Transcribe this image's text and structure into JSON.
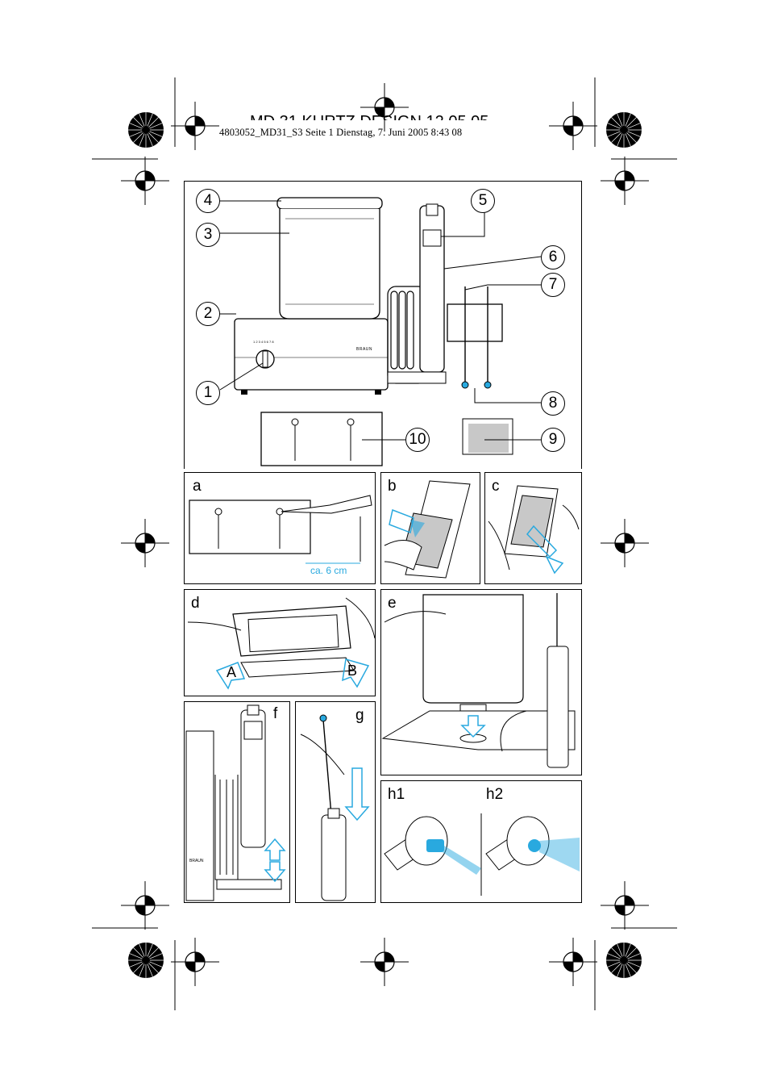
{
  "header": {
    "ghost_text": "MD 31 KURTZ DESIGN 12.05.05",
    "print_line": "4803052_MD31_S3  Seite 1  Dienstag, 7. Juni 2005  8:43 08"
  },
  "main_figure": {
    "callouts": [
      "1",
      "2",
      "3",
      "4",
      "5",
      "6",
      "7",
      "8",
      "9",
      "10"
    ],
    "brand_mark": "BRAUN"
  },
  "panels": {
    "a": {
      "label": "a",
      "caption": "ca. 6 cm"
    },
    "b": {
      "label": "b"
    },
    "c": {
      "label": "c"
    },
    "d": {
      "label": "d",
      "arrow_a": "A",
      "arrow_b": "B"
    },
    "e": {
      "label": "e"
    },
    "f": {
      "label": "f",
      "brand_mark": "BRAUN"
    },
    "g": {
      "label": "g"
    },
    "h": {
      "label_h1": "h1",
      "label_h2": "h2"
    }
  },
  "colors": {
    "accent": "#29a9df",
    "ink": "#000000",
    "grey": "#c8c8c8"
  }
}
